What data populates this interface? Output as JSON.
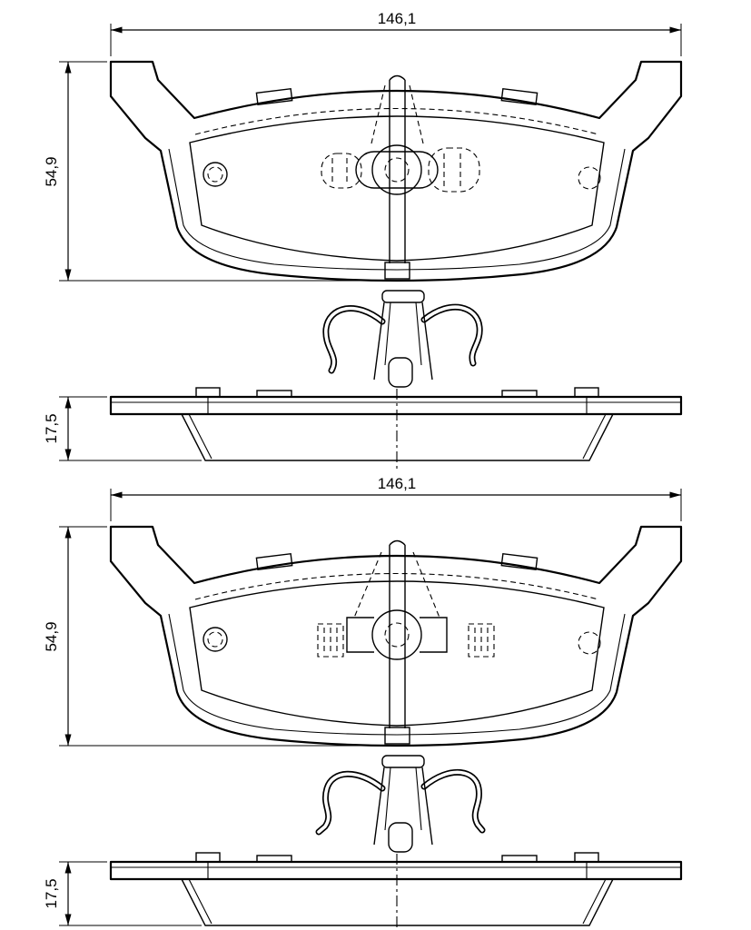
{
  "drawing": {
    "title": "brake-pad-technical-drawing",
    "background": "#ffffff",
    "line_color": "#000000",
    "views": [
      {
        "name": "pad-set-top",
        "width": "146,1",
        "height": "54,9",
        "thickness": "17,5"
      },
      {
        "name": "pad-set-bottom",
        "width": "146,1",
        "height": "54,9",
        "thickness": "17,5"
      }
    ]
  }
}
